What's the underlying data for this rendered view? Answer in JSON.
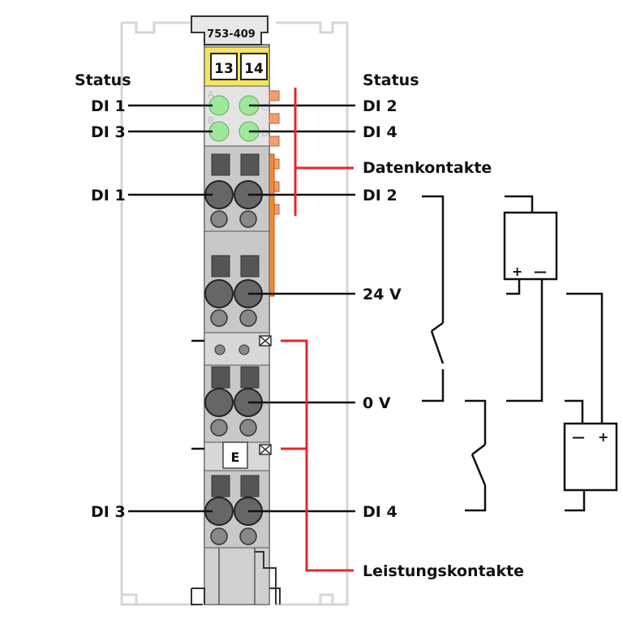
{
  "module": {
    "part_number": "753-409",
    "markers": [
      "13",
      "14"
    ],
    "e_label": "E",
    "led_letters": [
      "A",
      "C",
      "B",
      "D"
    ]
  },
  "labels": {
    "status_left": "Status",
    "status_right": "Status",
    "di1_led": "DI 1",
    "di2_led": "DI 2",
    "di3_led": "DI 3",
    "di4_led": "DI 4",
    "datenkontakte": "Datenkontakte",
    "di1_term": "DI 1",
    "di2_term": "DI 2",
    "v24": "24 V",
    "v0": "0 V",
    "di3_term": "DI 3",
    "di4_term": "DI 4",
    "leistungskontakte": "Leistungskontakte"
  },
  "colors": {
    "led_green": "#9ee89a",
    "marker_yellow": "#f5e55c",
    "module_gray": "#cfcfcf",
    "data_contact_orange": "#f08a30",
    "bracket_red": "#e8252b"
  },
  "battery_symbols": {
    "top_plus": "+",
    "top_minus": "—",
    "bottom_minus": "—",
    "bottom_plus": "+"
  }
}
